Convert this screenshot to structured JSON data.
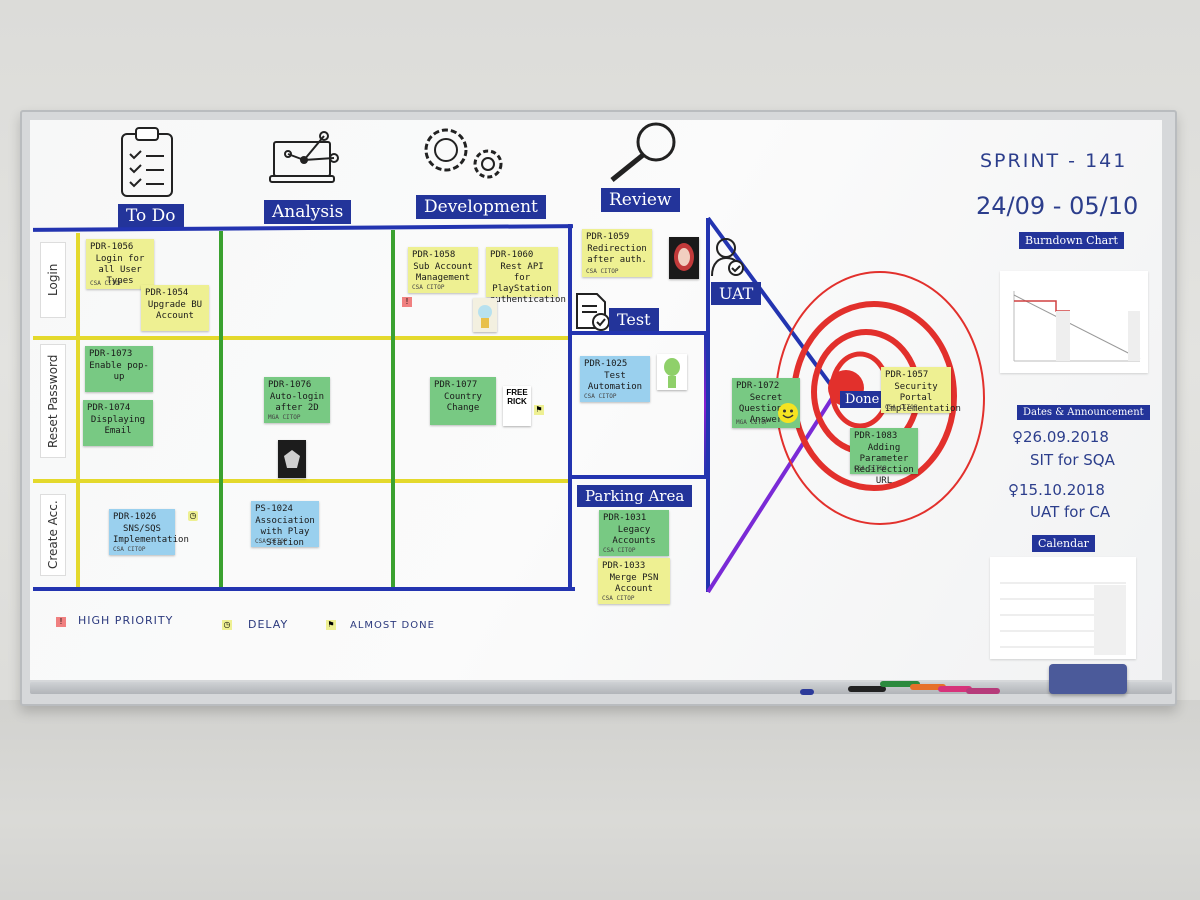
{
  "headers": {
    "todo": "To Do",
    "analysis": "Analysis",
    "development": "Development",
    "review": "Review",
    "test": "Test",
    "uat": "UAT",
    "done": "Done",
    "parking": "Parking Area"
  },
  "rows": {
    "login": "Login",
    "reset": "Reset Password",
    "create": "Create Acc."
  },
  "sprint": {
    "name": "SPRINT - 141",
    "dates": "24/09 - 05/10"
  },
  "side_labels": {
    "burndown": "Burndown Chart",
    "dates": "Dates & Announcement",
    "calendar": "Calendar"
  },
  "announcements": {
    "a1_date": "26.09.2018",
    "a1_text": "SIT for SQA",
    "a2_date": "15.10.2018",
    "a2_text": "UAT for CA"
  },
  "legend": {
    "high": "HIGH PRIORITY",
    "delay": "DELAY",
    "almost": "ALMOST DONE"
  },
  "notes": {
    "n1056": {
      "id": "PDR-1056",
      "title": "Login for all User Types",
      "owner": "CSA CITOP"
    },
    "n1054": {
      "id": "PDR-1054",
      "title": "Upgrade BU Account",
      "owner": ""
    },
    "n1058": {
      "id": "PDR-1058",
      "title": "Sub Account Management",
      "owner": "CSA CITOP"
    },
    "n1060": {
      "id": "PDR-1060",
      "title": "Rest API for PlayStation authentication",
      "owner": ""
    },
    "n1059": {
      "id": "PDR-1059",
      "title": "Redirection after auth.",
      "owner": "CSA CITOP"
    },
    "n1073": {
      "id": "PDR-1073",
      "title": "Enable pop-up",
      "owner": ""
    },
    "n1074": {
      "id": "PDR-1074",
      "title": "Displaying Email",
      "owner": ""
    },
    "n1076": {
      "id": "PDR-1076",
      "title": "Auto-login after 2D",
      "owner": "MGA CITOP"
    },
    "n1077": {
      "id": "PDR-1077",
      "title": "Country Change",
      "owner": ""
    },
    "n1025": {
      "id": "PDR-1025",
      "title": "Test Automation",
      "owner": "CSA CITOP"
    },
    "n1072": {
      "id": "PDR-1072",
      "title": "Secret Question & Answer",
      "owner": "MGA CITOP"
    },
    "n1057": {
      "id": "PDR-1057",
      "title": "Security Portal Implementation",
      "owner": "CSA CITOP"
    },
    "n1083": {
      "id": "PDR-1083",
      "title": "Adding Parameter Redirection URL",
      "owner": "CSA CITOP"
    },
    "n1026": {
      "id": "PDR-1026",
      "title": "SNS/SQS Implementation",
      "owner": "CSA CITOP"
    },
    "n1024": {
      "id": "PS-1024",
      "title": "Association with Play Station",
      "owner": "CSA CITOP"
    },
    "n1031": {
      "id": "PDR-1031",
      "title": "Legacy Accounts",
      "owner": "CSA CITOP"
    },
    "n1033": {
      "id": "PDR-1033",
      "title": "Merge PSN Account",
      "owner": "CSA CITOP"
    }
  },
  "stickers": {
    "free_rick": "FREE RICK"
  },
  "colors": {
    "label_blue": "#23349a",
    "tape_blue": "#2334b0",
    "tape_yellow": "#e4d92c",
    "tape_green": "#3aa12f",
    "tape_purple": "#8a1fd0",
    "target_red": "#e2302c"
  }
}
